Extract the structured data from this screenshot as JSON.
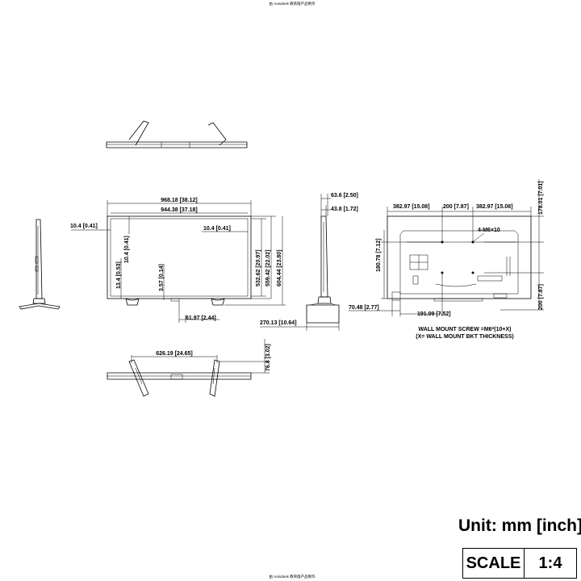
{
  "header_text": "由 Autodesk 教育版产品制作",
  "footer_text": "由 Autodesk 教育版产品制作",
  "front_view": {
    "overall_width": "968.18 [38.12]",
    "screen_width": "944.38 [37.18]",
    "left_bezel": "10.4 [0.41]",
    "top_bezel": "10.4 [0.41]",
    "right_bezel": "10.4 [0.41]",
    "bottom_bezel": "13.4 [0.53]",
    "logo_offset": "3.57 [0.14]",
    "screen_height": "532.62 [20.97]",
    "panel_height": "559.42 [22.02]",
    "overall_height": "604.44 [23.80]",
    "stand_offset": "61.97 [2.44]"
  },
  "side_view": {
    "depth_total": "63.6 [2.50]",
    "depth_panel": "43.8 [1.72]",
    "stand_depth": "270.13 [10.64]"
  },
  "rear_view": {
    "left_mount": "382.97 [15.08]",
    "vesa_h": "200 [7.87]",
    "right_mount": "382.97 [15.08]",
    "top_offset": "178.01 [7.01]",
    "left_height": "180.78 [7.12]",
    "vesa_v": "200 [7.87]",
    "bottom_left": "70.48 [2.77]",
    "bottom_offset": "191.09 [7.52]",
    "screw_label": "4-M6×10",
    "note_line1": "WALL  MOUNT SCREW =M6*(10+X)",
    "note_line2": "(X= WALL  MOUNT BKT THICKNESS)"
  },
  "bottom_view": {
    "stand_spacing": "626.19 [24.65]",
    "stand_depth": "76.8 [3.02]"
  },
  "unit_label": "Unit: mm [inch]",
  "scale_label": "SCALE",
  "scale_value": "1:4"
}
